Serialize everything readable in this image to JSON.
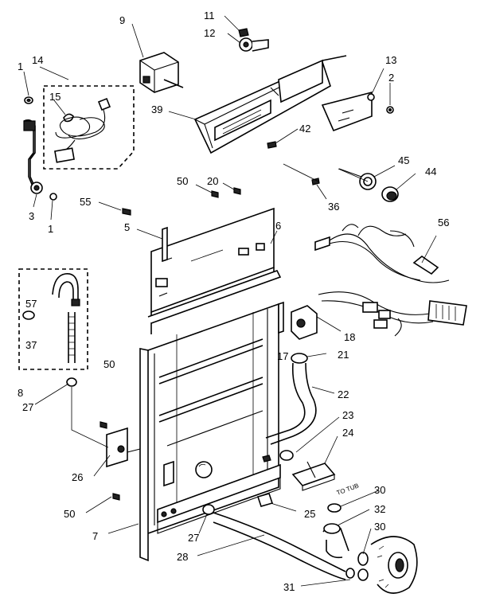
{
  "labels": [
    {
      "id": "1a",
      "text": "1"
    },
    {
      "id": "14",
      "text": "14"
    },
    {
      "id": "15",
      "text": "15"
    },
    {
      "id": "9",
      "text": "9"
    },
    {
      "id": "11",
      "text": "11"
    },
    {
      "id": "12",
      "text": "12"
    },
    {
      "id": "13",
      "text": "13"
    },
    {
      "id": "2",
      "text": "2"
    },
    {
      "id": "39",
      "text": "39"
    },
    {
      "id": "42",
      "text": "42"
    },
    {
      "id": "45",
      "text": "45"
    },
    {
      "id": "44",
      "text": "44"
    },
    {
      "id": "36",
      "text": "36"
    },
    {
      "id": "3",
      "text": "3"
    },
    {
      "id": "1b",
      "text": "1"
    },
    {
      "id": "55",
      "text": "55"
    },
    {
      "id": "50a",
      "text": "50"
    },
    {
      "id": "20",
      "text": "20"
    },
    {
      "id": "5",
      "text": "5"
    },
    {
      "id": "6",
      "text": "6"
    },
    {
      "id": "56",
      "text": "56"
    },
    {
      "id": "57",
      "text": "57"
    },
    {
      "id": "37",
      "text": "37"
    },
    {
      "id": "17",
      "text": "17"
    },
    {
      "id": "18",
      "text": "18"
    },
    {
      "id": "21",
      "text": "21"
    },
    {
      "id": "22",
      "text": "22"
    },
    {
      "id": "8",
      "text": "8"
    },
    {
      "id": "27a",
      "text": "27"
    },
    {
      "id": "50b",
      "text": "50"
    },
    {
      "id": "23",
      "text": "23"
    },
    {
      "id": "24",
      "text": "24"
    },
    {
      "id": "26",
      "text": "26"
    },
    {
      "id": "30a",
      "text": "30"
    },
    {
      "id": "32",
      "text": "32"
    },
    {
      "id": "30b",
      "text": "30"
    },
    {
      "id": "50c",
      "text": "50"
    },
    {
      "id": "25",
      "text": "25"
    },
    {
      "id": "7",
      "text": "7"
    },
    {
      "id": "27b",
      "text": "27"
    },
    {
      "id": "28",
      "text": "28"
    },
    {
      "id": "31",
      "text": "31"
    }
  ],
  "annotation": "TO TUB"
}
